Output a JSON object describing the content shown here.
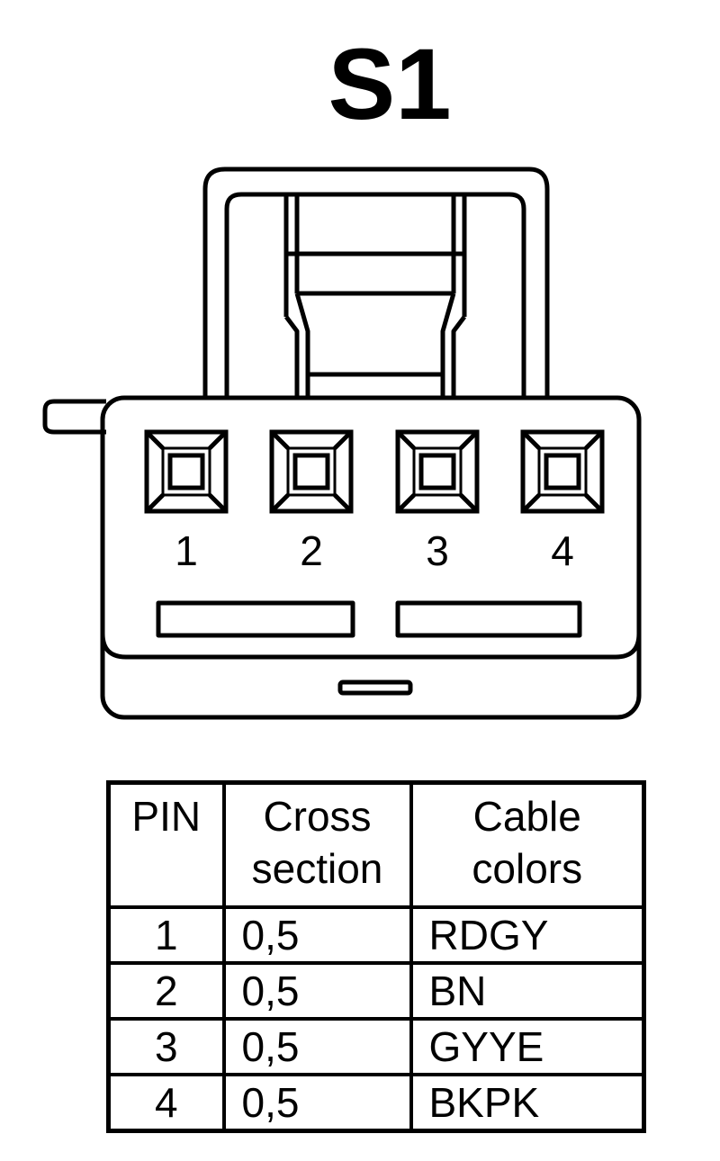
{
  "title": "S1",
  "connector": {
    "pin_labels": [
      "1",
      "2",
      "3",
      "4"
    ]
  },
  "table": {
    "headers": {
      "pin": "PIN",
      "cross_section_line1": "Cross",
      "cross_section_line2": "section",
      "cable_colors_line1": "Cable",
      "cable_colors_line2": "colors"
    },
    "rows": [
      {
        "pin": "1",
        "cross_section": "0,5",
        "color": "RDGY"
      },
      {
        "pin": "2",
        "cross_section": "0,5",
        "color": "BN"
      },
      {
        "pin": "3",
        "cross_section": "0,5",
        "color": "GYYE"
      },
      {
        "pin": "4",
        "cross_section": "0,5",
        "color": "BKPK"
      }
    ]
  }
}
